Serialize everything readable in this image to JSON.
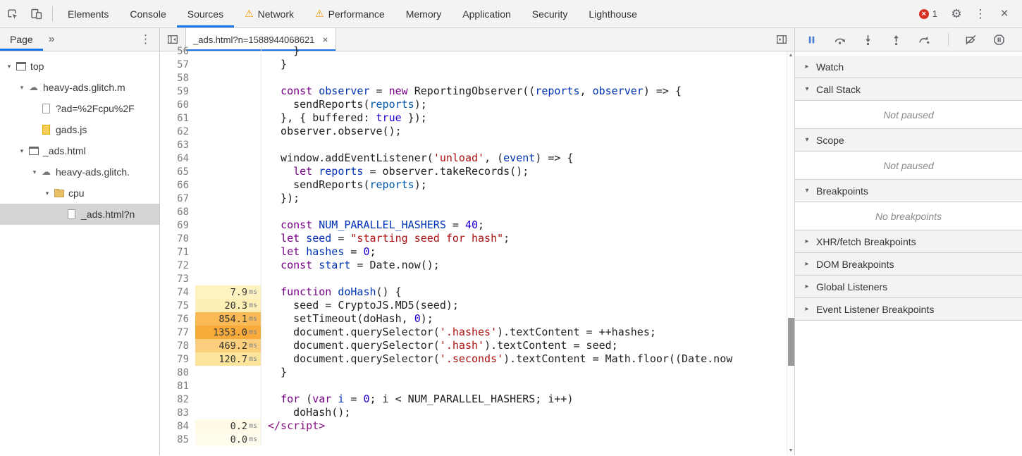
{
  "colors": {
    "accent": "#1a73e8",
    "toolbar_bg": "#f3f3f3",
    "error_red": "#d93025",
    "warning_orange": "#f29900",
    "selected_row": "#d4d4d4"
  },
  "icons": {
    "warning": "⚠",
    "overflow_tabs": "»",
    "vertical_menu": "⋮",
    "close": "×",
    "gear": "⚙",
    "cloud": "☁",
    "expanded": "▾",
    "collapsed": "▸",
    "scroll_up": "▲",
    "scroll_down": "▼"
  },
  "topbar": {
    "error_count": "1",
    "tabs": [
      {
        "label": "Elements",
        "warning": false,
        "active": false
      },
      {
        "label": "Console",
        "warning": false,
        "active": false
      },
      {
        "label": "Sources",
        "warning": false,
        "active": true
      },
      {
        "label": "Network",
        "warning": true,
        "active": false
      },
      {
        "label": "Performance",
        "warning": true,
        "active": false
      },
      {
        "label": "Memory",
        "warning": false,
        "active": false
      },
      {
        "label": "Application",
        "warning": false,
        "active": false
      },
      {
        "label": "Security",
        "warning": false,
        "active": false
      },
      {
        "label": "Lighthouse",
        "warning": false,
        "active": false
      }
    ]
  },
  "navigator": {
    "header": {
      "tab_label": "Page",
      "overflow": "»",
      "menu": "⋮"
    },
    "tree": [
      {
        "label": "top",
        "depth": 0,
        "icon": "frame",
        "expander": true,
        "selected": false
      },
      {
        "label": "heavy-ads.glitch.m",
        "depth": 1,
        "icon": "cloud",
        "expander": true,
        "selected": false
      },
      {
        "label": "?ad=%2Fcpu%2F",
        "depth": 2,
        "icon": "doc",
        "expander": false,
        "selected": false
      },
      {
        "label": "gads.js",
        "depth": 2,
        "icon": "doc-js",
        "expander": false,
        "selected": false
      },
      {
        "label": "_ads.html",
        "depth": 1,
        "icon": "frame",
        "expander": true,
        "selected": false
      },
      {
        "label": "heavy-ads.glitch.",
        "depth": 2,
        "icon": "cloud",
        "expander": true,
        "selected": false
      },
      {
        "label": "cpu",
        "depth": 3,
        "icon": "folder",
        "expander": true,
        "selected": false
      },
      {
        "label": "_ads.html?n",
        "depth": 4,
        "icon": "doc",
        "expander": false,
        "selected": true
      }
    ]
  },
  "editor": {
    "tab_title": "_ads.html?n=1588944068621",
    "close": "×",
    "ms_label": "ms",
    "lines": [
      {
        "n": 56,
        "p": null,
        "t": [
          [
            "pl",
            "    }"
          ]
        ]
      },
      {
        "n": 57,
        "p": null,
        "t": [
          [
            "pl",
            "  }"
          ]
        ]
      },
      {
        "n": 58,
        "p": null,
        "t": []
      },
      {
        "n": 59,
        "p": null,
        "t": [
          [
            "pl",
            "  "
          ],
          [
            "kw",
            "const"
          ],
          [
            "pl",
            " "
          ],
          [
            "def",
            "observer"
          ],
          [
            "pl",
            " = "
          ],
          [
            "kw",
            "new"
          ],
          [
            "pl",
            " ReportingObserver(("
          ],
          [
            "def",
            "reports"
          ],
          [
            "pl",
            ", "
          ],
          [
            "def",
            "observer"
          ],
          [
            "pl",
            ") => {"
          ]
        ]
      },
      {
        "n": 60,
        "p": null,
        "t": [
          [
            "pl",
            "    sendReports("
          ],
          [
            "v2",
            "reports"
          ],
          [
            "pl",
            ");"
          ]
        ]
      },
      {
        "n": 61,
        "p": null,
        "t": [
          [
            "pl",
            "  }, { buffered: "
          ],
          [
            "num",
            "true"
          ],
          [
            "pl",
            " });"
          ]
        ]
      },
      {
        "n": 62,
        "p": null,
        "t": [
          [
            "pl",
            "  observer.observe();"
          ]
        ]
      },
      {
        "n": 63,
        "p": null,
        "t": []
      },
      {
        "n": 64,
        "p": null,
        "t": [
          [
            "pl",
            "  window.addEventListener("
          ],
          [
            "str",
            "'unload'"
          ],
          [
            "pl",
            ", ("
          ],
          [
            "def",
            "event"
          ],
          [
            "pl",
            ") => {"
          ]
        ]
      },
      {
        "n": 65,
        "p": null,
        "t": [
          [
            "pl",
            "    "
          ],
          [
            "kw",
            "let"
          ],
          [
            "pl",
            " "
          ],
          [
            "def",
            "reports"
          ],
          [
            "pl",
            " = observer.takeRecords();"
          ]
        ]
      },
      {
        "n": 66,
        "p": null,
        "t": [
          [
            "pl",
            "    sendReports("
          ],
          [
            "v2",
            "reports"
          ],
          [
            "pl",
            ");"
          ]
        ]
      },
      {
        "n": 67,
        "p": null,
        "t": [
          [
            "pl",
            "  });"
          ]
        ]
      },
      {
        "n": 68,
        "p": null,
        "t": []
      },
      {
        "n": 69,
        "p": null,
        "t": [
          [
            "pl",
            "  "
          ],
          [
            "kw",
            "const"
          ],
          [
            "pl",
            " "
          ],
          [
            "def",
            "NUM_PARALLEL_HASHERS"
          ],
          [
            "pl",
            " = "
          ],
          [
            "num",
            "40"
          ],
          [
            "pl",
            ";"
          ]
        ]
      },
      {
        "n": 70,
        "p": null,
        "t": [
          [
            "pl",
            "  "
          ],
          [
            "kw",
            "let"
          ],
          [
            "pl",
            " "
          ],
          [
            "def",
            "seed"
          ],
          [
            "pl",
            " = "
          ],
          [
            "str",
            "\"starting seed for hash\""
          ],
          [
            "pl",
            ";"
          ]
        ]
      },
      {
        "n": 71,
        "p": null,
        "t": [
          [
            "pl",
            "  "
          ],
          [
            "kw",
            "let"
          ],
          [
            "pl",
            " "
          ],
          [
            "def",
            "hashes"
          ],
          [
            "pl",
            " = "
          ],
          [
            "num",
            "0"
          ],
          [
            "pl",
            ";"
          ]
        ]
      },
      {
        "n": 72,
        "p": null,
        "t": [
          [
            "pl",
            "  "
          ],
          [
            "kw",
            "const"
          ],
          [
            "pl",
            " "
          ],
          [
            "def",
            "start"
          ],
          [
            "pl",
            " = Date.now();"
          ]
        ]
      },
      {
        "n": 73,
        "p": null,
        "t": []
      },
      {
        "n": 74,
        "p": {
          "v": "7.9",
          "c": "#fdf3c1"
        },
        "t": [
          [
            "pl",
            "  "
          ],
          [
            "kw",
            "function"
          ],
          [
            "pl",
            " "
          ],
          [
            "def",
            "doHash"
          ],
          [
            "pl",
            "() {"
          ]
        ]
      },
      {
        "n": 75,
        "p": {
          "v": "20.3",
          "c": "#fdefb5"
        },
        "t": [
          [
            "pl",
            "    seed = CryptoJS.MD5(seed);"
          ]
        ]
      },
      {
        "n": 76,
        "p": {
          "v": "854.1",
          "c": "#f9ba55"
        },
        "t": [
          [
            "pl",
            "    setTimeout(doHash, "
          ],
          [
            "num",
            "0"
          ],
          [
            "pl",
            ");"
          ]
        ]
      },
      {
        "n": 77,
        "p": {
          "v": "1353.0",
          "c": "#f8ab3b"
        },
        "t": [
          [
            "pl",
            "    document.querySelector("
          ],
          [
            "str",
            "'.hashes'"
          ],
          [
            "pl",
            ").textContent = ++hashes;"
          ]
        ]
      },
      {
        "n": 78,
        "p": {
          "v": "469.2",
          "c": "#fbcf7e"
        },
        "t": [
          [
            "pl",
            "    document.querySelector("
          ],
          [
            "str",
            "'.hash'"
          ],
          [
            "pl",
            ").textContent = seed;"
          ]
        ]
      },
      {
        "n": 79,
        "p": {
          "v": "120.7",
          "c": "#fce49c"
        },
        "t": [
          [
            "pl",
            "    document.querySelector("
          ],
          [
            "str",
            "'.seconds'"
          ],
          [
            "pl",
            ").textContent = Math.floor((Date.now"
          ]
        ]
      },
      {
        "n": 80,
        "p": null,
        "t": [
          [
            "pl",
            "  }"
          ]
        ]
      },
      {
        "n": 81,
        "p": null,
        "t": []
      },
      {
        "n": 82,
        "p": null,
        "t": [
          [
            "pl",
            "  "
          ],
          [
            "kw",
            "for"
          ],
          [
            "pl",
            " ("
          ],
          [
            "kw",
            "var"
          ],
          [
            "pl",
            " "
          ],
          [
            "def",
            "i"
          ],
          [
            "pl",
            " = "
          ],
          [
            "num",
            "0"
          ],
          [
            "pl",
            "; i < NUM_PARALLEL_HASHERS; i++)"
          ]
        ]
      },
      {
        "n": 83,
        "p": null,
        "t": [
          [
            "pl",
            "    doHash();"
          ]
        ]
      },
      {
        "n": 84,
        "p": {
          "v": "0.2",
          "c": "#fffbe6"
        },
        "t": [
          [
            "tag",
            "</script>"
          ]
        ]
      },
      {
        "n": 85,
        "p": {
          "v": "0.0",
          "c": "#fffcee"
        },
        "t": []
      }
    ]
  },
  "debugger": {
    "sections": [
      {
        "label": "Watch",
        "collapsed": true,
        "content": null
      },
      {
        "label": "Call Stack",
        "collapsed": false,
        "content": "Not paused"
      },
      {
        "label": "Scope",
        "collapsed": false,
        "content": "Not paused"
      },
      {
        "label": "Breakpoints",
        "collapsed": false,
        "content": "No breakpoints"
      },
      {
        "label": "XHR/fetch Breakpoints",
        "collapsed": true,
        "content": null
      },
      {
        "label": "DOM Breakpoints",
        "collapsed": true,
        "content": null
      },
      {
        "label": "Global Listeners",
        "collapsed": true,
        "content": null
      },
      {
        "label": "Event Listener Breakpoints",
        "collapsed": true,
        "content": null
      }
    ]
  }
}
